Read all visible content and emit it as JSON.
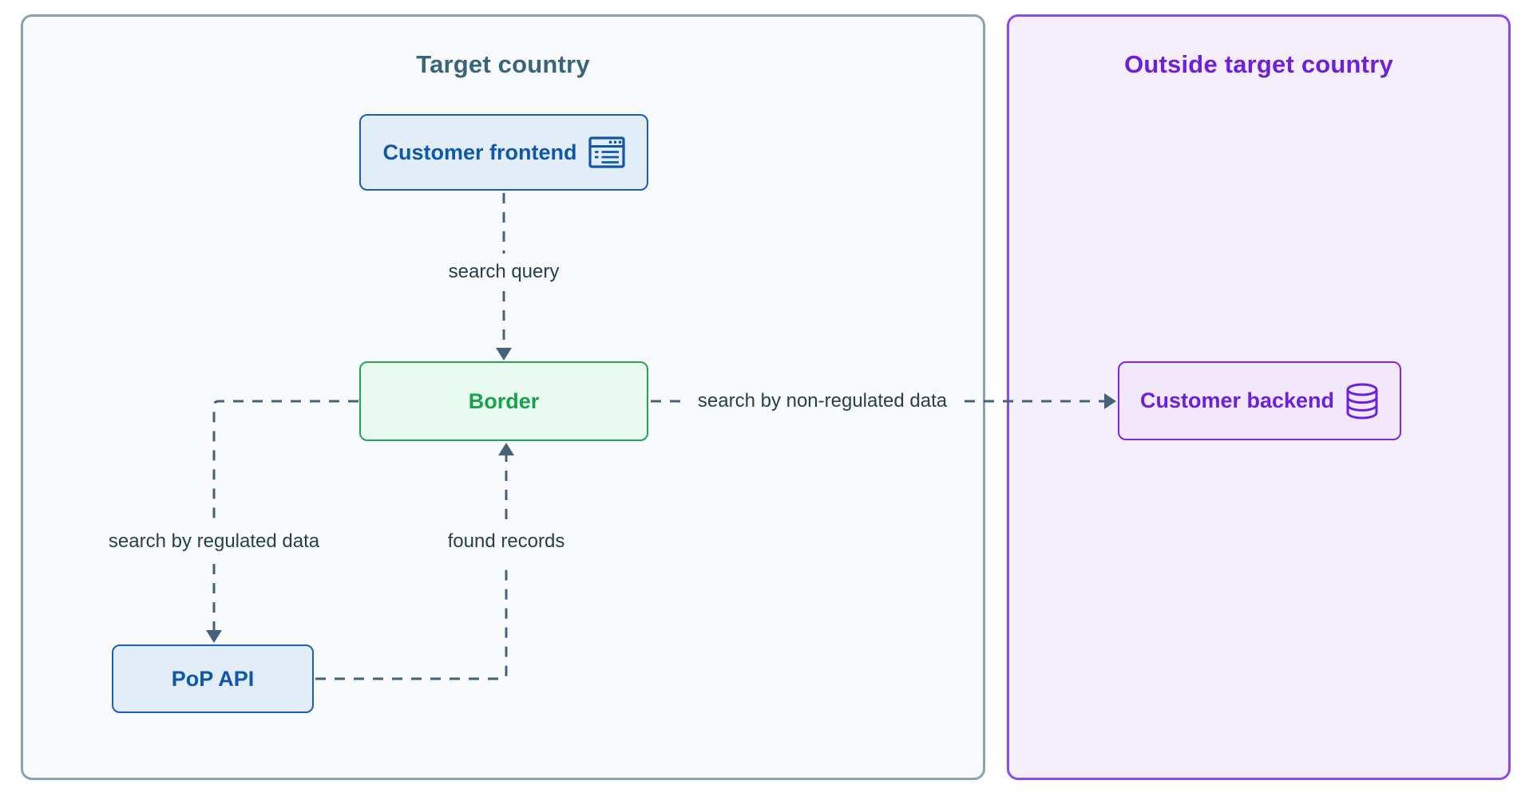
{
  "regions": {
    "target": {
      "title": "Target country"
    },
    "outside": {
      "title": "Outside target country"
    }
  },
  "nodes": {
    "customer_frontend": {
      "label": "Customer frontend",
      "icon": "browser-window-icon"
    },
    "border": {
      "label": "Border"
    },
    "pop_api": {
      "label": "PoP API"
    },
    "customer_backend": {
      "label": "Customer backend",
      "icon": "database-icon"
    }
  },
  "edges": [
    {
      "label": "search query",
      "from": "customer_frontend",
      "to": "border",
      "style": "dashed"
    },
    {
      "label": "search by regulated data",
      "from": "border",
      "to": "pop_api",
      "style": "dashed"
    },
    {
      "label": "found records",
      "from": "pop_api",
      "to": "border",
      "style": "dashed"
    },
    {
      "label": "search by non-regulated data",
      "from": "border",
      "to": "customer_backend",
      "style": "dashed"
    }
  ],
  "colors": {
    "page_bg": "#ffffff",
    "slate_line": "#45617B",
    "label_text": "#27404E",
    "target_region": {
      "bg": "#F8FAFC",
      "border": "#8CA2B2",
      "title": "#3A6579"
    },
    "outside_region": {
      "bg": "#F5EFFD",
      "border": "#8A4BEB",
      "title": "#6D1FDF"
    },
    "blue_node": {
      "bg": "#E3EDF8",
      "border": "#1A5FB4",
      "text": "#0D57AE"
    },
    "green_node": {
      "bg": "#E9FBF1",
      "border": "#25A455",
      "text": "#17A24B"
    },
    "purple_node": {
      "bg": "#F2E8FC",
      "border": "#7A2BE2",
      "text": "#6D1FDF"
    }
  }
}
